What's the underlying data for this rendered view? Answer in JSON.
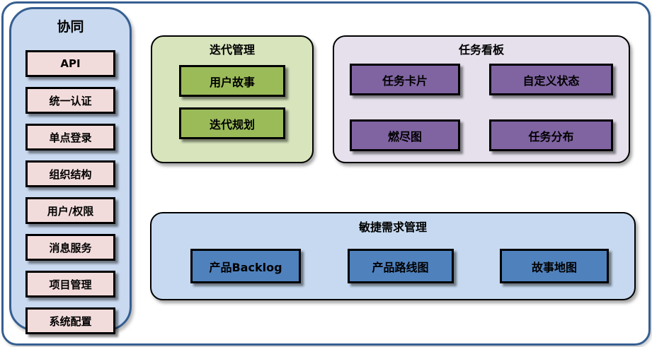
{
  "sidebar": {
    "title": "协同",
    "items": [
      "API",
      "统一认证",
      "单点登录",
      "组织结构",
      "用户/权限",
      "消息服务",
      "项目管理",
      "系统配置"
    ]
  },
  "panels": {
    "iteration": {
      "title": "迭代管理",
      "items": [
        "用户故事",
        "迭代规划"
      ]
    },
    "kanban": {
      "title": "任务看板",
      "items": [
        "任务卡片",
        "自定义状态",
        "燃尽图",
        "任务分布"
      ]
    },
    "requirements": {
      "title": "敏捷需求管理",
      "items": [
        "产品Backlog",
        "产品路线图",
        "故事地图"
      ]
    }
  },
  "colors": {
    "frame_border": "#365f91",
    "sidebar_fill": "#c9d9f0",
    "sidebar_item_fill": "#f2dcdb",
    "iteration_panel_fill": "#d7e4bc",
    "iteration_item_fill": "#9bbb59",
    "kanban_panel_fill": "#e5e0ec",
    "kanban_item_fill": "#8064a2",
    "requirements_panel_fill": "#c6d9f0",
    "requirements_item_fill": "#4f81bd",
    "box_border": "#000000"
  }
}
